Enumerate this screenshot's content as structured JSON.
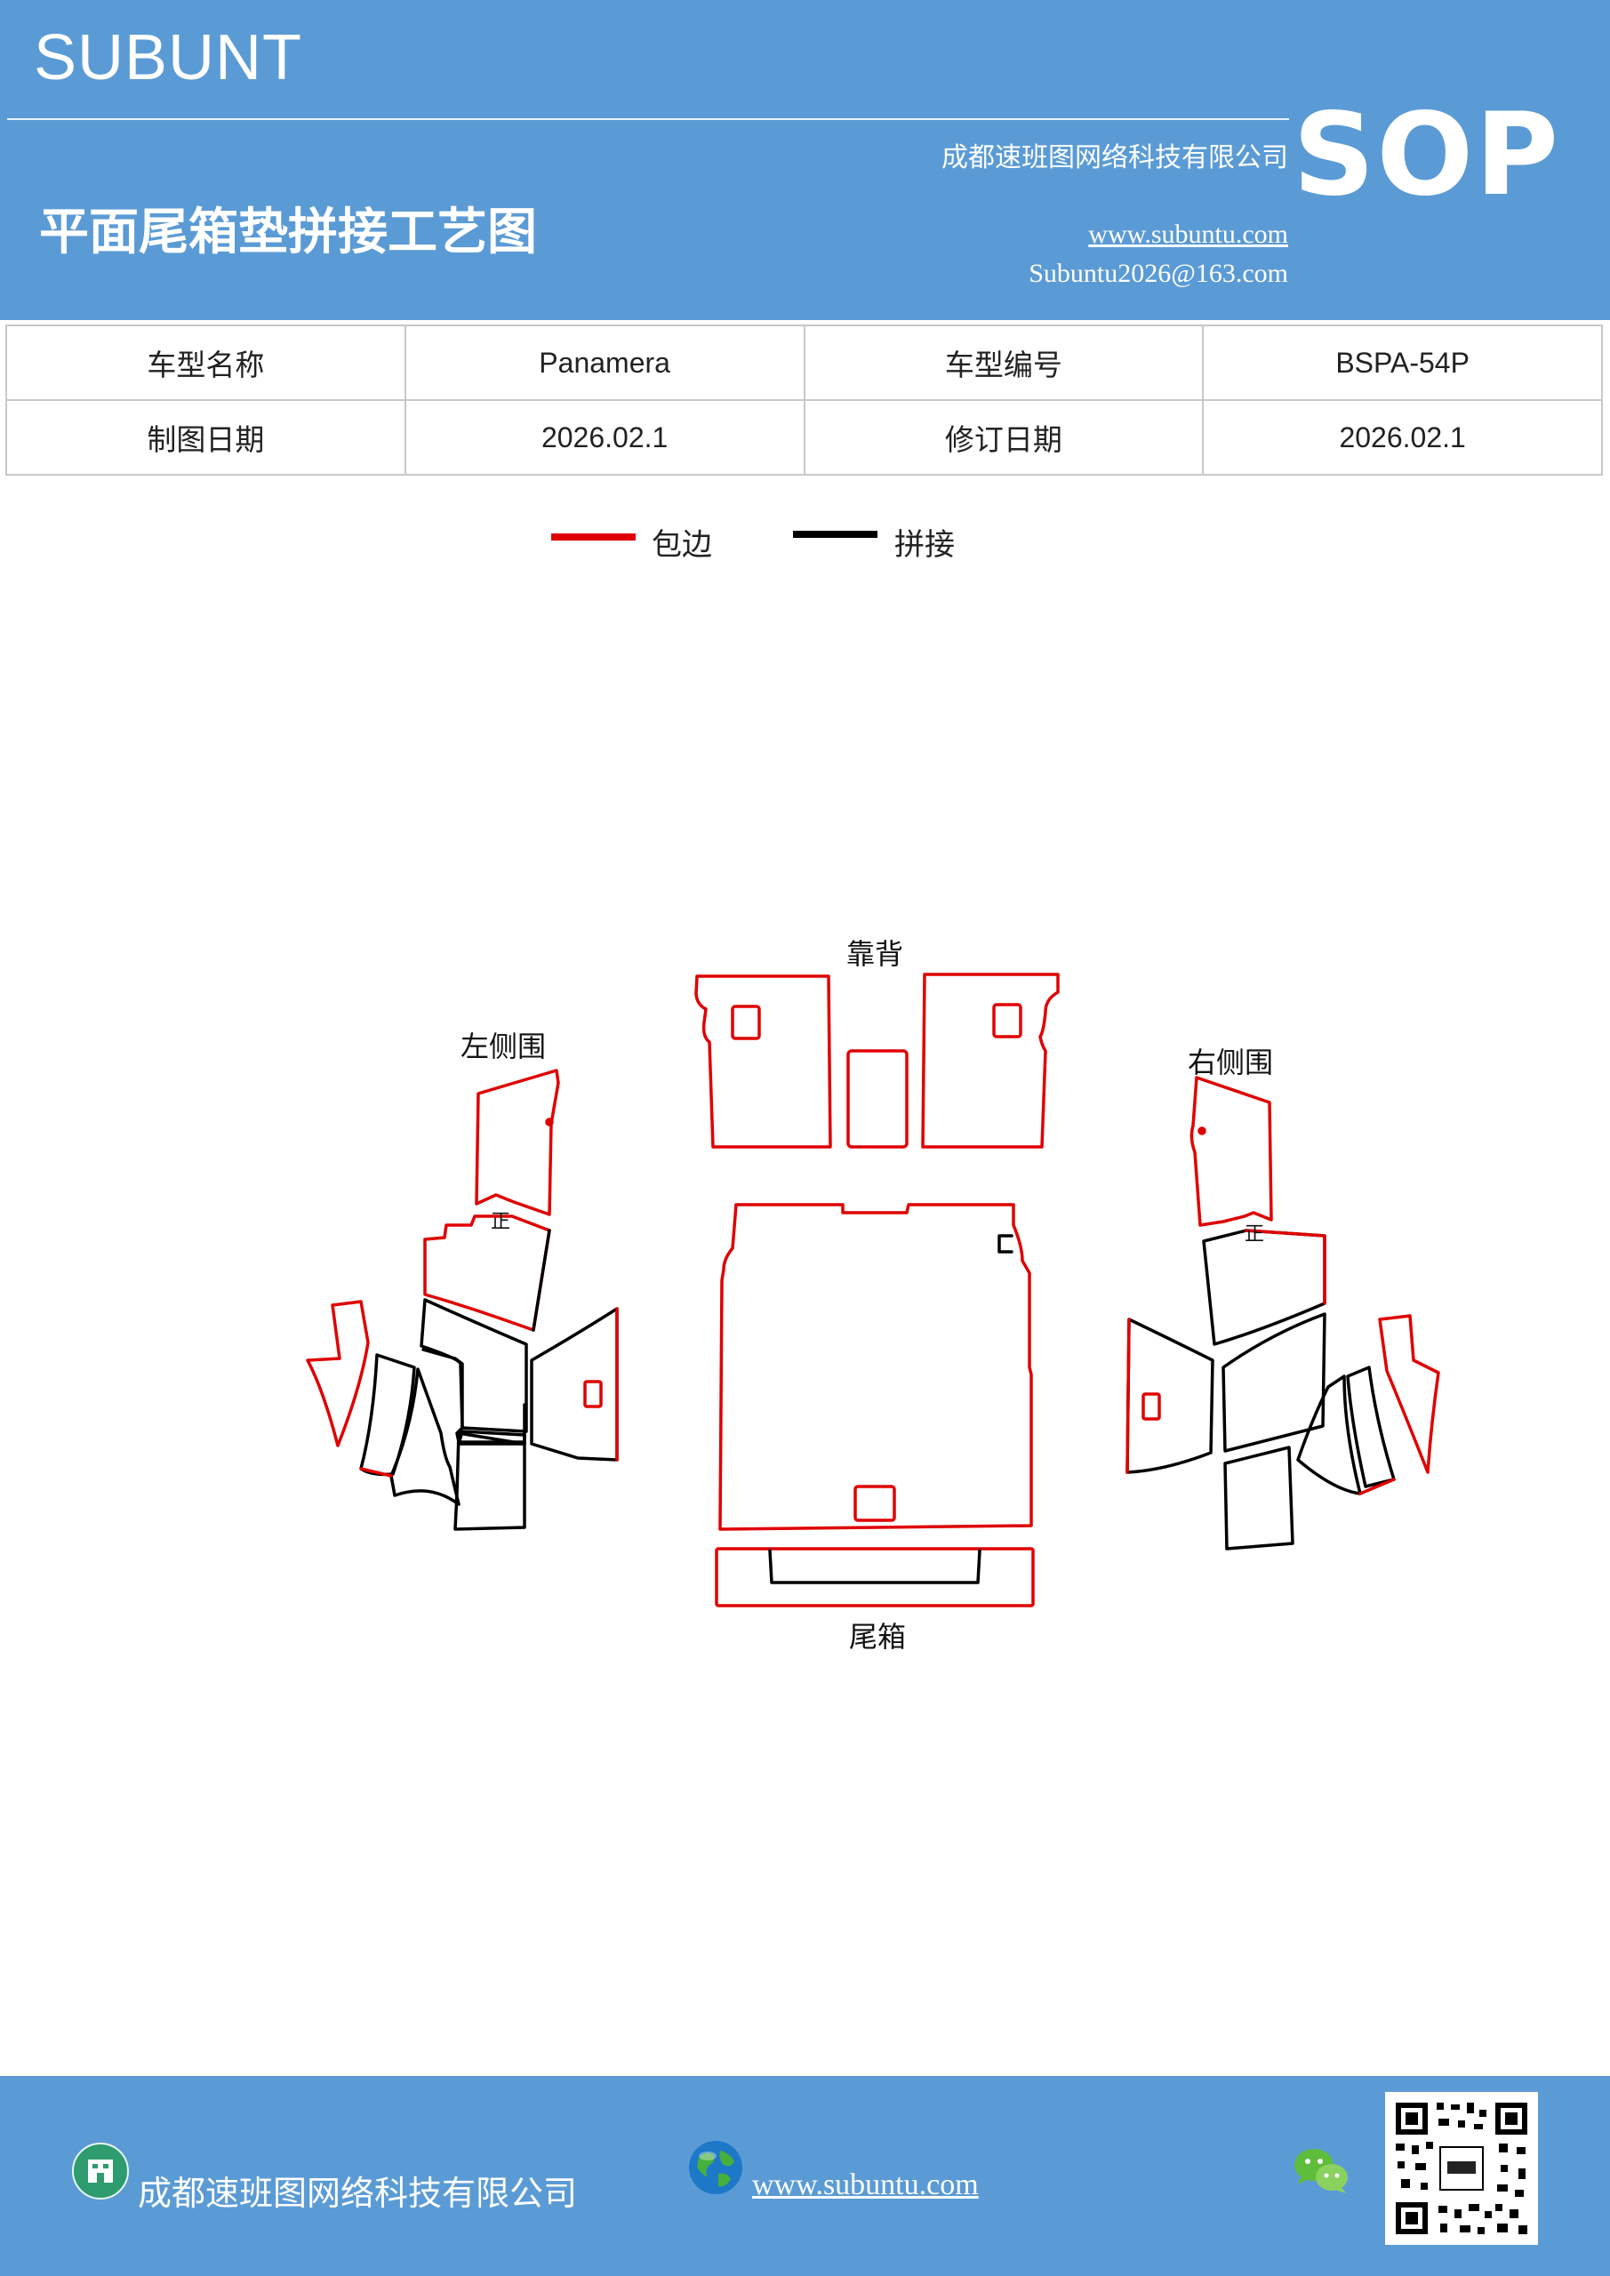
{
  "header": {
    "brand": "SUBUNT",
    "title": "平面尾箱垫拼接工艺图",
    "company": "成都速班图网络科技有限公司",
    "website": "www.subuntu.com",
    "email": "Subuntu2026@163.com",
    "badge": "SOP"
  },
  "info": {
    "model_name_label": "车型名称",
    "model_name": "Panamera",
    "model_code_label": "车型编号",
    "model_code": "BSPA-54P",
    "draw_date_label": "制图日期",
    "draw_date": "2026.02.1",
    "revise_date_label": "修订日期",
    "revise_date": "2026.02.1"
  },
  "legend": {
    "edge": {
      "label": "包边",
      "color": "#e00000"
    },
    "splice": {
      "label": "拼接",
      "color": "#000000"
    }
  },
  "diagram": {
    "backrest_label": "靠背",
    "left_side_label": "左侧围",
    "right_side_label": "右侧围",
    "trunk_label": "尾箱",
    "mark_left": "正",
    "mark_right": "正"
  },
  "footer": {
    "company": "成都速班图网络科技有限公司",
    "website": "www.subuntu.com",
    "icons": [
      "building-icon",
      "globe-icon",
      "wechat-icon",
      "qr-code"
    ]
  },
  "colors": {
    "banner": "#5b9bd5",
    "edge": "#e00000",
    "splice": "#000000"
  }
}
